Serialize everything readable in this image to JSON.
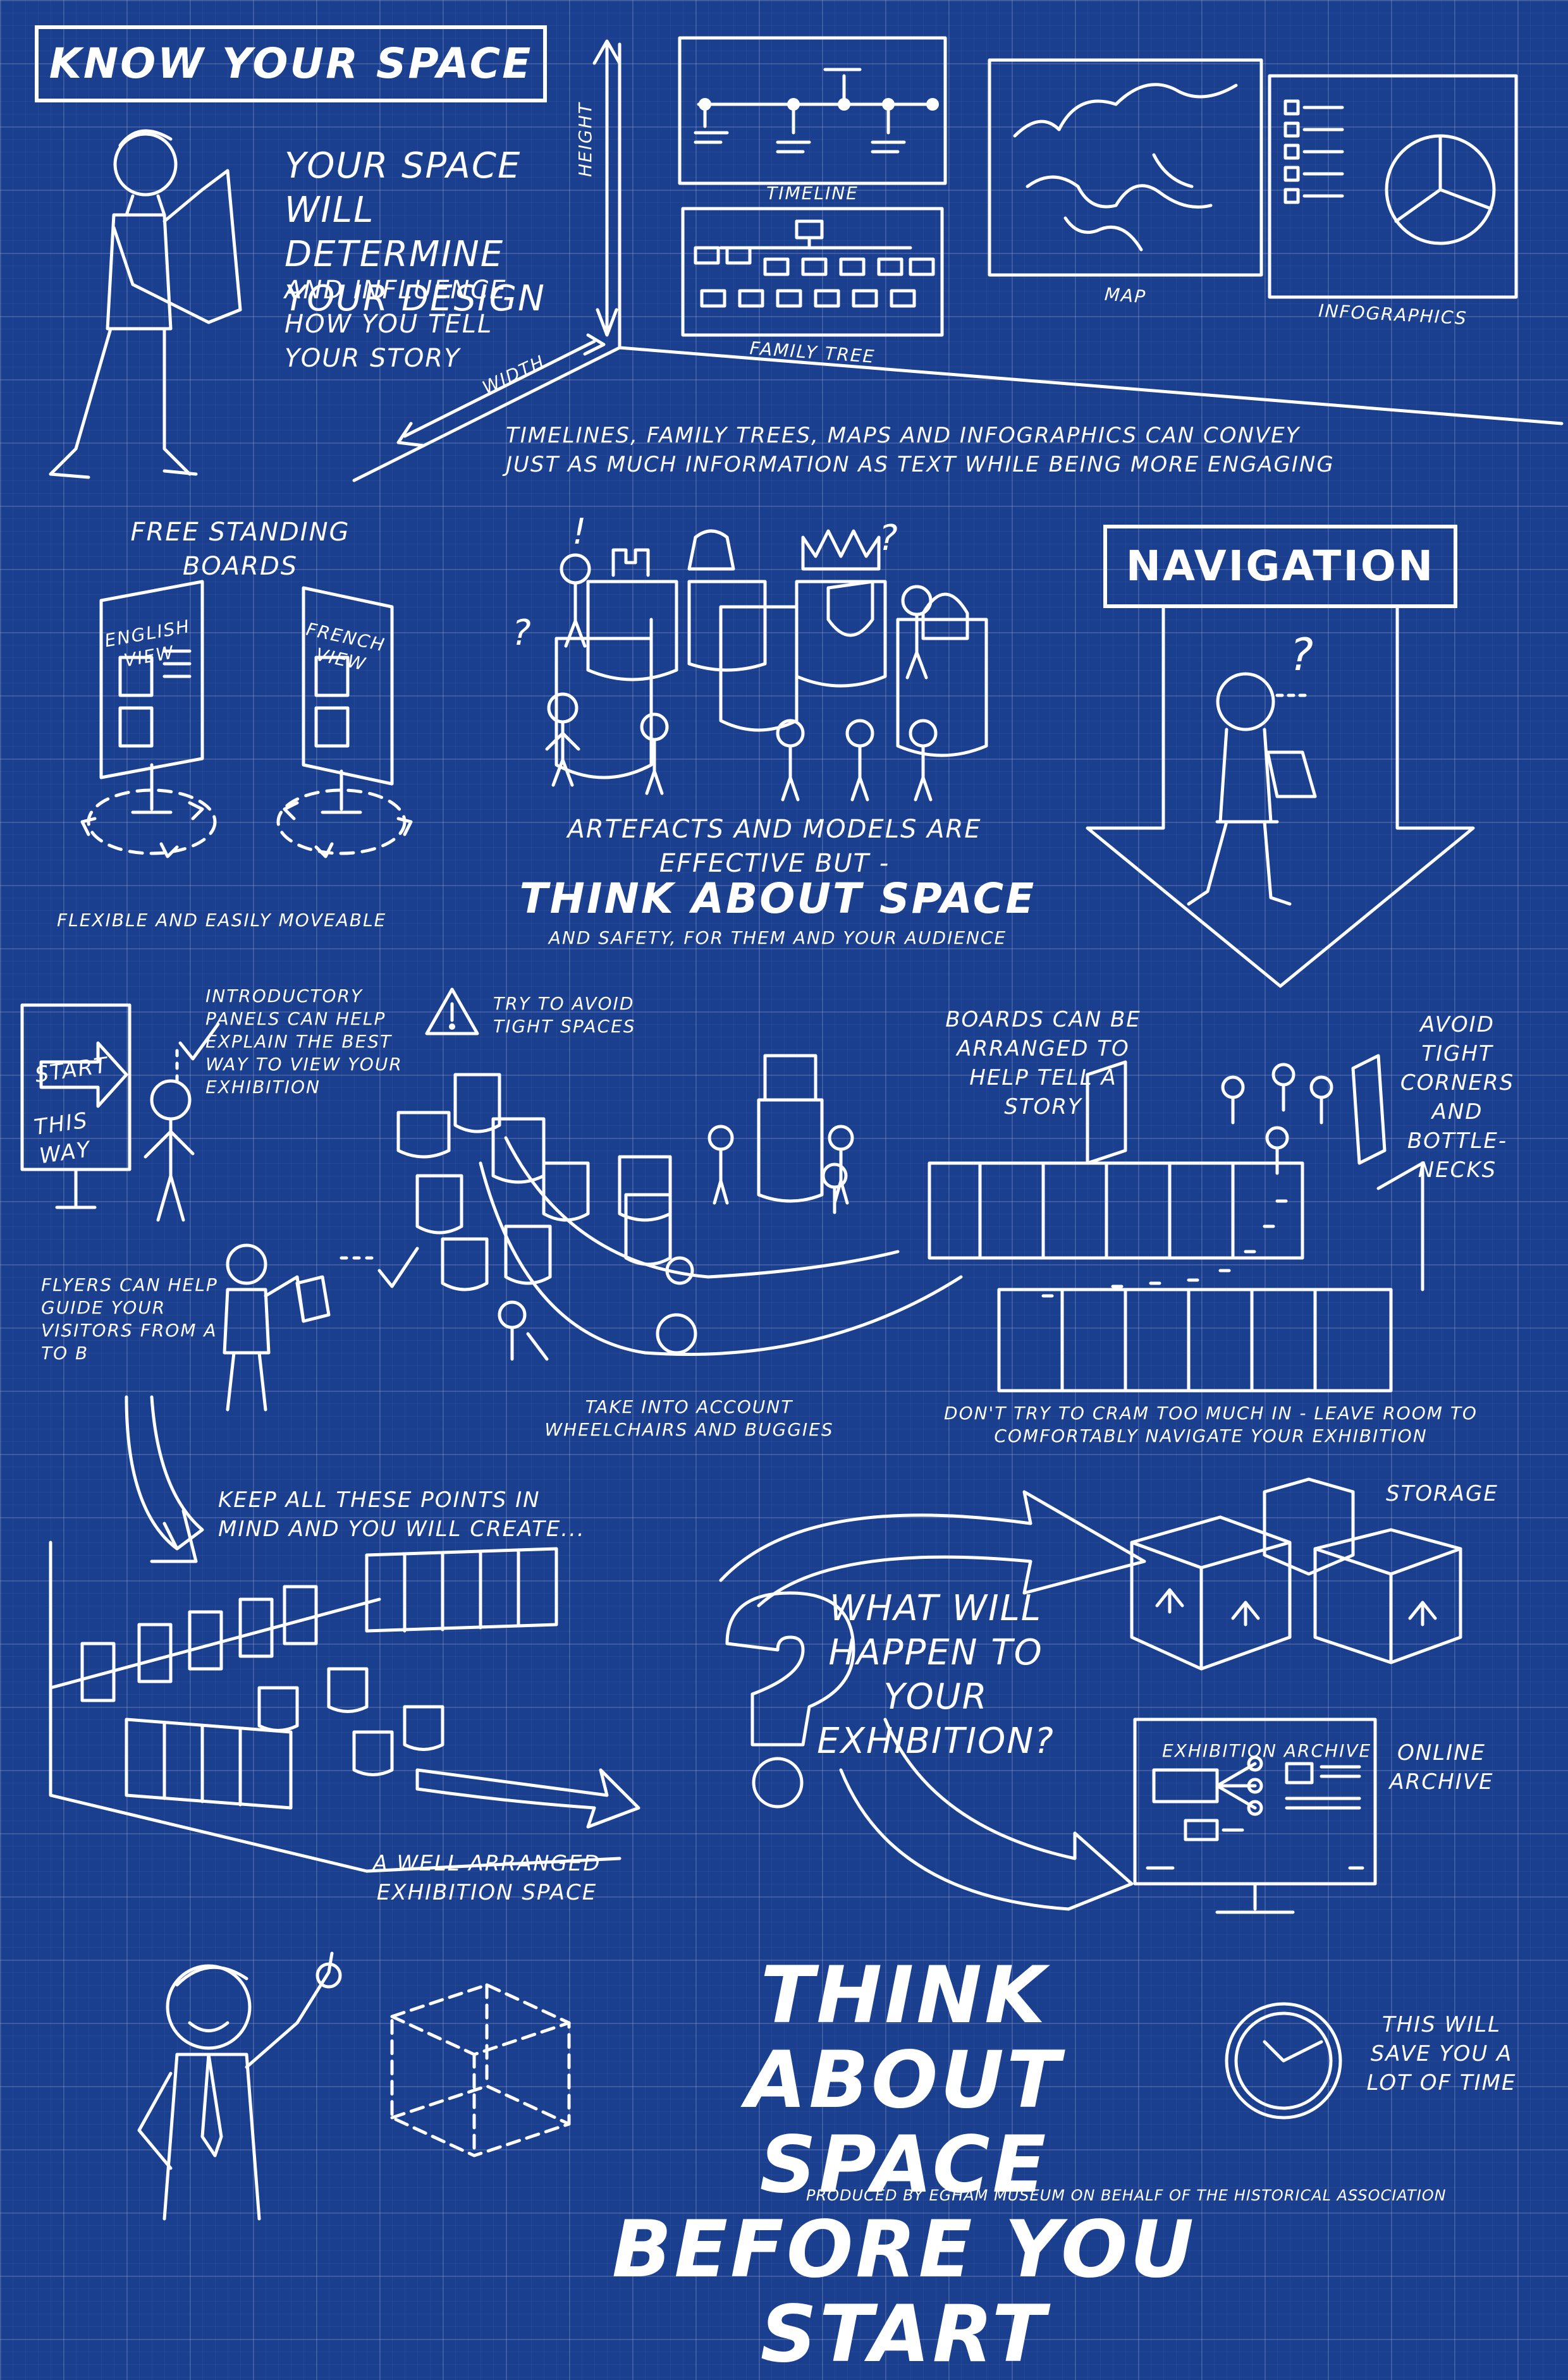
{
  "know_your_space": {
    "heading": "KNOW YOUR SPACE",
    "line1": "YOUR SPACE WILL DETERMINE YOUR DESIGN",
    "line2": "AND INFLUENCE HOW YOU TELL YOUR STORY",
    "height_label": "HEIGHT",
    "width_label": "WIDTH",
    "panels": {
      "timeline": "TIMELINE",
      "family_tree": "FAMILY TREE",
      "map": "MAP",
      "infographics": "INFOGRAPHICS"
    },
    "caption": "TIMELINES, FAMILY TREES, MAPS AND INFOGRAPHICS CAN CONVEY JUST AS MUCH INFORMATION AS TEXT WHILE BEING MORE ENGAGING"
  },
  "boards": {
    "heading": "FREE STANDING BOARDS",
    "board1": "ENGLISH VIEW",
    "board2": "FRENCH VIEW",
    "caption": "FLEXIBLE AND EASILY MOVEABLE"
  },
  "artefacts": {
    "line1": "ARTEFACTS AND MODELS ARE EFFECTIVE BUT -",
    "headline": "THINK ABOUT SPACE",
    "line2": "AND SAFETY, FOR THEM AND YOUR AUDIENCE"
  },
  "navigation": {
    "heading": "NAVIGATION",
    "intro_panels": "INTRODUCTORY PANELS CAN HELP EXPLAIN THE BEST WAY TO VIEW YOUR EXHIBITION",
    "start_sign": "START",
    "this_way": "THIS WAY",
    "flyers": "FLYERS CAN HELP GUIDE YOUR VISITORS FROM A TO B",
    "tight_spaces": "TRY TO AVOID TIGHT SPACES",
    "wheelchairs": "TAKE INTO ACCOUNT WHEELCHAIRS AND BUGGIES",
    "boards_story": "BOARDS CAN BE ARRANGED TO HELP TELL A STORY",
    "corners": "AVOID TIGHT CORNERS AND BOTTLE- NECKS",
    "cram": "DON'T TRY TO CRAM TOO MUCH IN - LEAVE ROOM TO COMFORTABLY NAVIGATE YOUR EXHIBITION"
  },
  "future": {
    "keep_points": "KEEP ALL THESE POINTS IN MIND AND YOU WILL CREATE...",
    "well_arranged": "A WELL ARRANGED EXHIBITION SPACE",
    "question": "WHAT WILL HAPPEN TO YOUR EXHIBITION?",
    "storage": "STORAGE",
    "online_archive": "ONLINE ARCHIVE",
    "archive_screen": "EXHIBITION ARCHIVE"
  },
  "footer": {
    "headline": "THINK ABOUT SPACE BEFORE YOU START",
    "save_time": "THIS WILL SAVE YOU A LOT OF TIME",
    "credit": "PRODUCED BY EGHAM MUSEUM ON BEHALF OF THE HISTORICAL ASSOCIATION"
  }
}
